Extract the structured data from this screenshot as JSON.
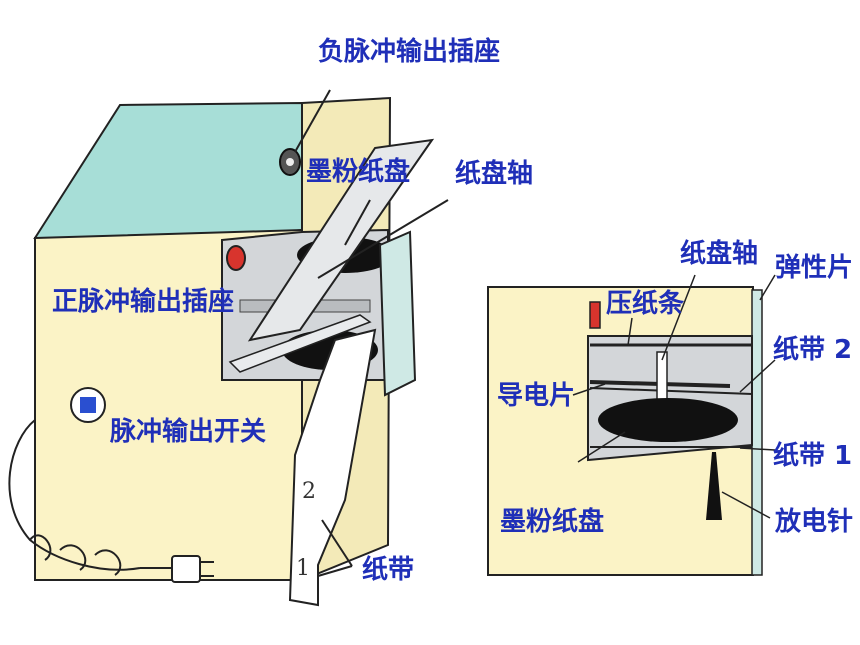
{
  "labels": {
    "neg_socket": "负脉冲输出插座",
    "pos_socket": "正脉冲输出插座",
    "ink_disc_left": "墨粉纸盘",
    "spool_axis_left": "纸盘轴",
    "pulse_switch": "脉冲输出开关",
    "tape_left": "纸带",
    "spool_axis_right": "纸盘轴",
    "press_strip": "压纸条",
    "elastic_piece": "弹性片",
    "tape2_right": "纸带 2",
    "conductor": "导电片",
    "tape1_right": "纸带 1",
    "ink_disc_right": "墨粉纸盘",
    "discharge_needle": "放电针"
  },
  "tape_numbers": {
    "top": "2",
    "bottom": "1"
  },
  "colors": {
    "label": "#1f2fb8",
    "body_front": "#fbf3c6",
    "body_top": "#a7ded7",
    "window": "#d3d6d9",
    "socket_red": "#d8342d",
    "switch_blue": "#2a4fd0",
    "outline": "#222222"
  }
}
